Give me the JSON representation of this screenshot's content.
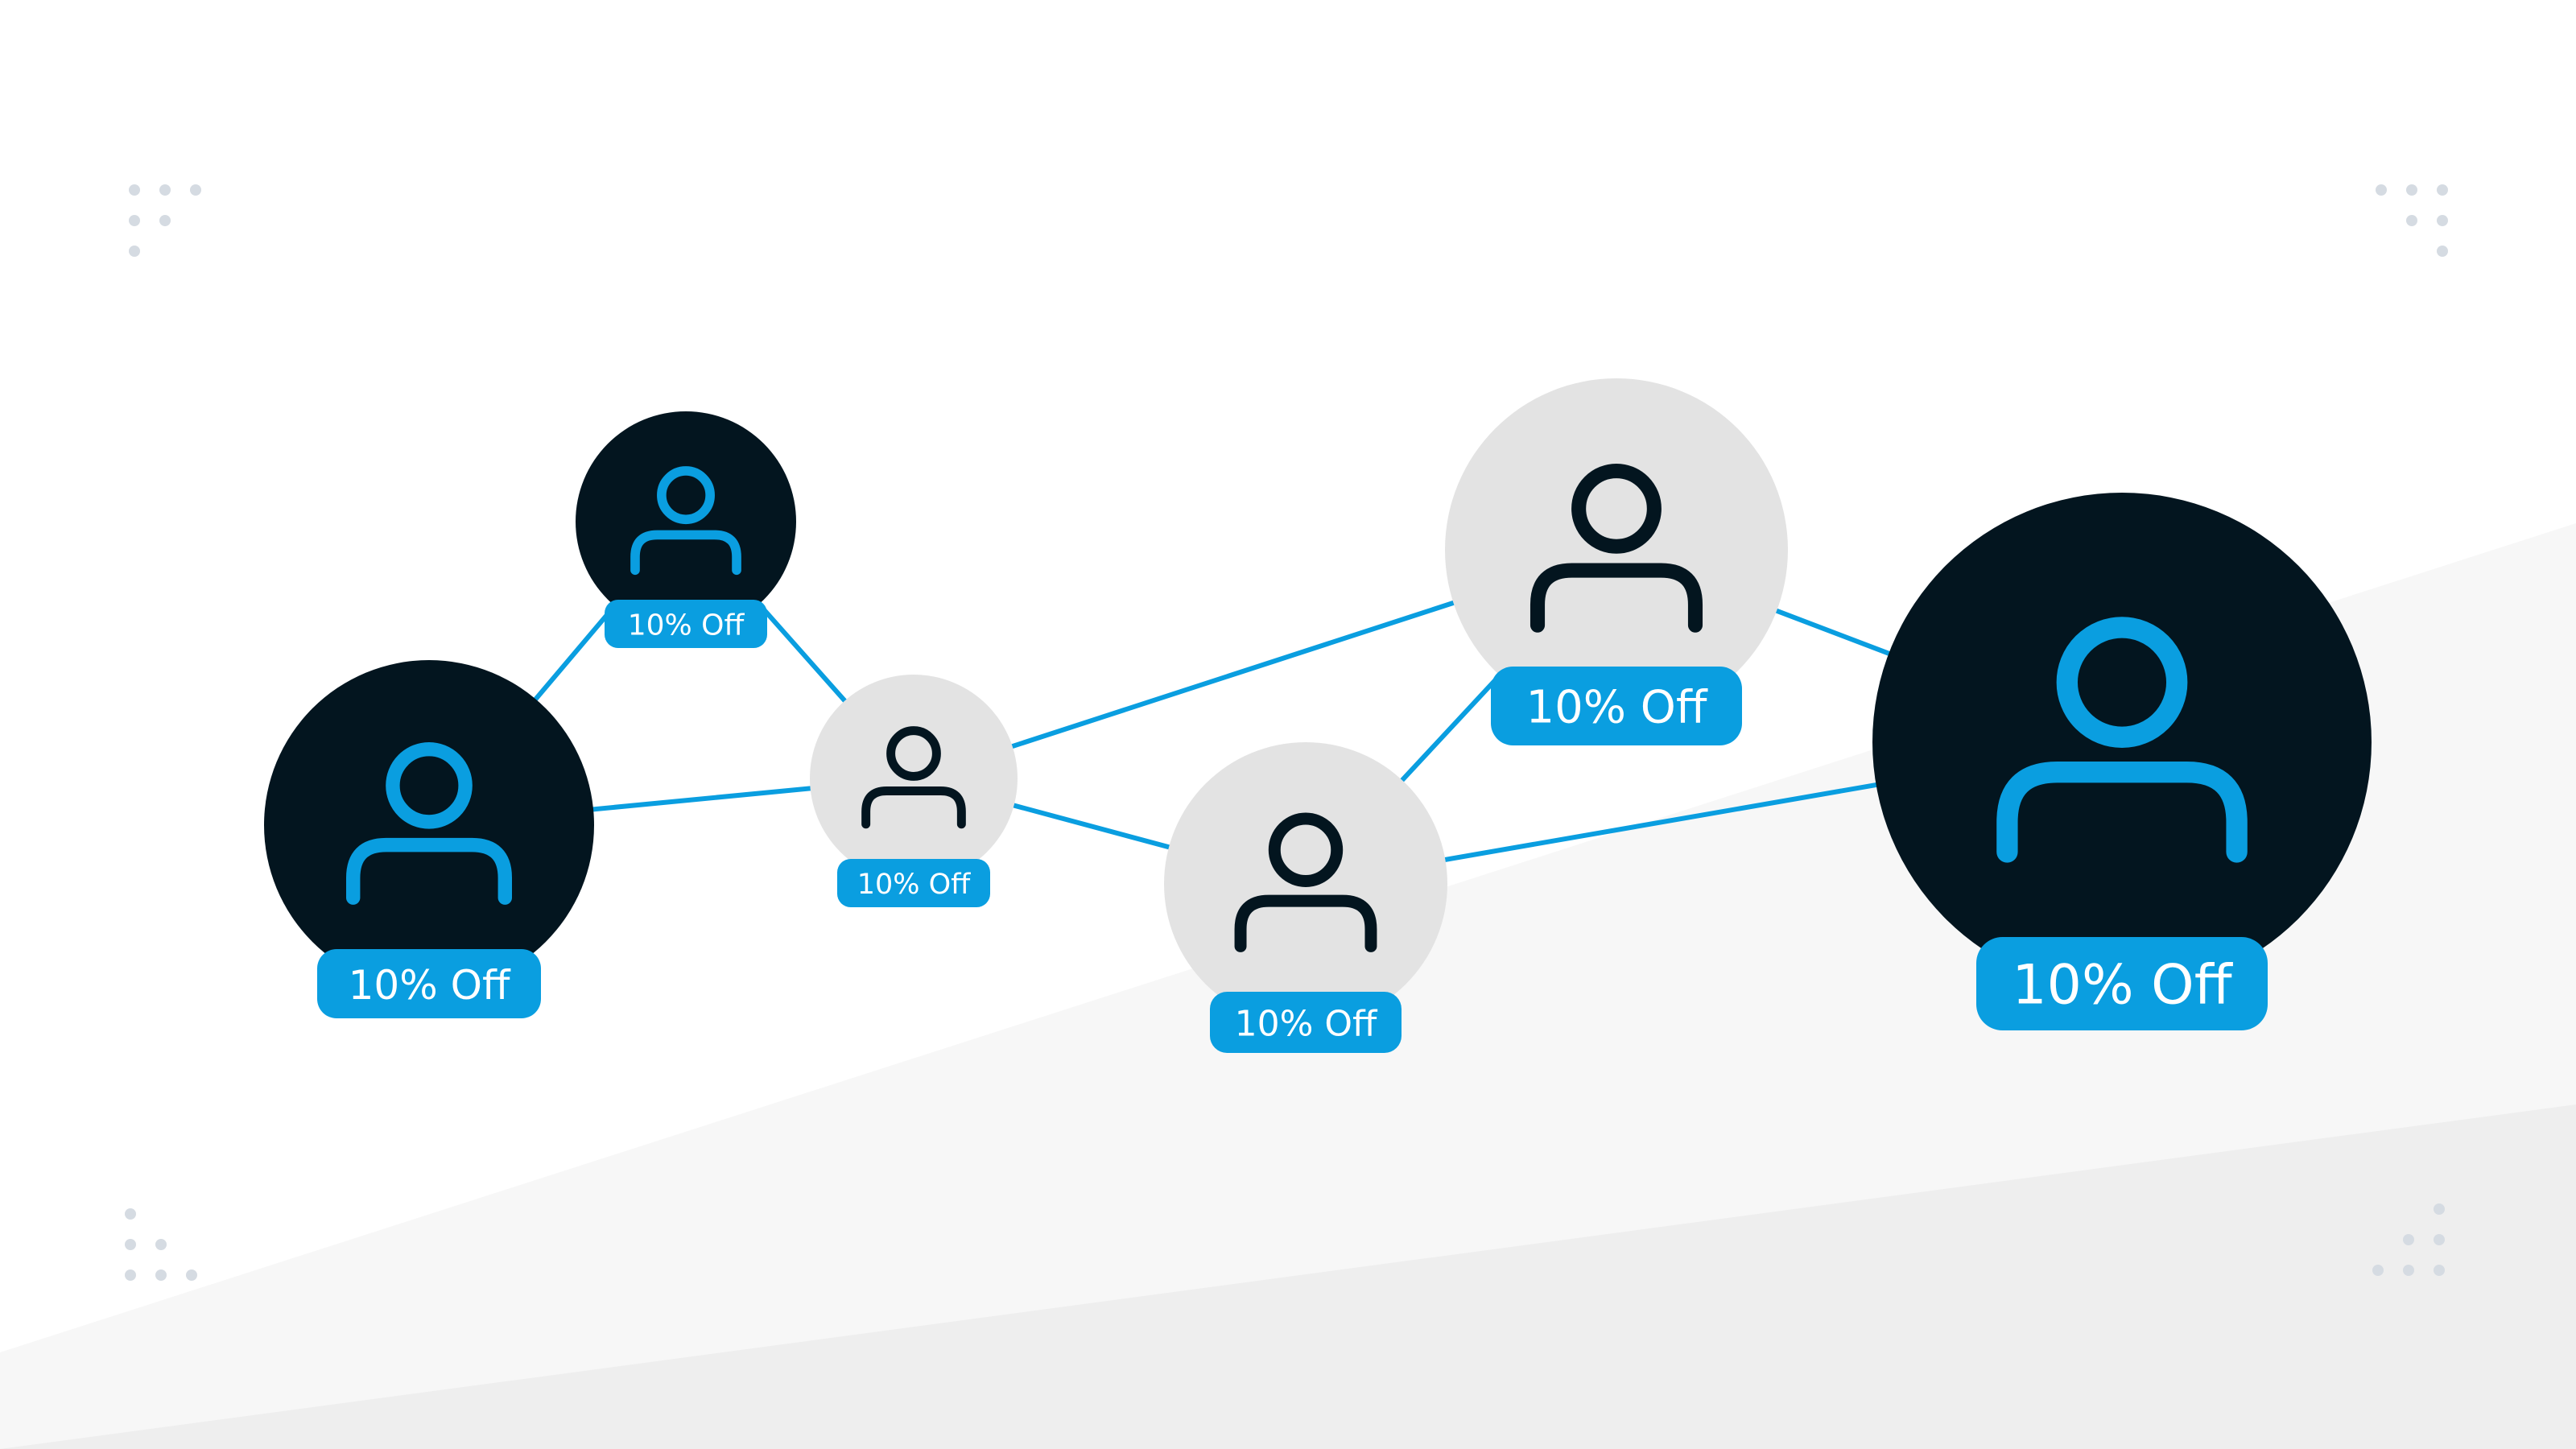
{
  "colors": {
    "accent": "#0a9ee0",
    "dark_node": "#03151f",
    "light_node": "#e3e3e3",
    "background": "#ffffff",
    "band_1": "#f7f7f7",
    "band_2": "#eeeeee",
    "dots": "#d5dbe2"
  },
  "icons": {
    "node": "user-icon",
    "corner": "dot-grid-decoration"
  },
  "nodes": [
    {
      "id": "n1",
      "theme": "dark",
      "badge": "10% Off"
    },
    {
      "id": "n2",
      "theme": "dark",
      "badge": "10% Off"
    },
    {
      "id": "n3",
      "theme": "light",
      "badge": "10% Off"
    },
    {
      "id": "n4",
      "theme": "light",
      "badge": "10% Off"
    },
    {
      "id": "n5",
      "theme": "light",
      "badge": "10% Off"
    },
    {
      "id": "n6",
      "theme": "dark",
      "badge": "10% Off"
    }
  ],
  "edges": [
    [
      "n1",
      "n2"
    ],
    [
      "n1",
      "n3"
    ],
    [
      "n2",
      "n3"
    ],
    [
      "n3",
      "n5"
    ],
    [
      "n3",
      "n4"
    ],
    [
      "n4",
      "n5"
    ],
    [
      "n5",
      "n6"
    ],
    [
      "n4",
      "n6"
    ]
  ]
}
